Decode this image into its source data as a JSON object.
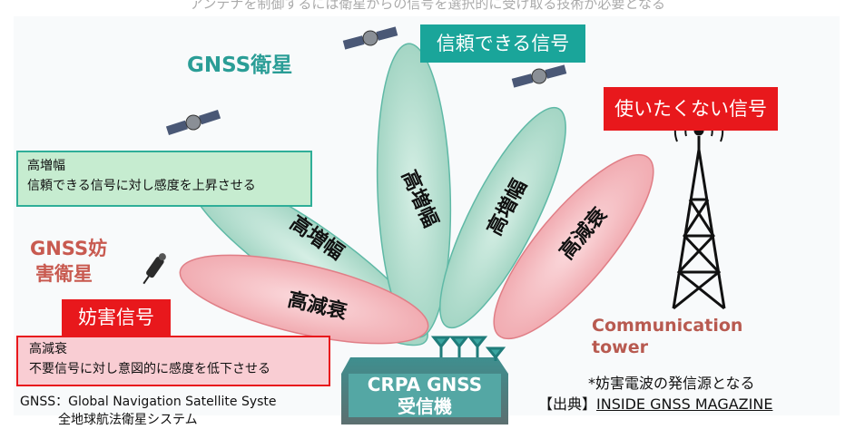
{
  "top_caption": "アンテナを制御するには衛星からの信号を選択的に受け取る技術が必要となる",
  "satellites_label": "GNSS衛星",
  "reliable_signal_tag": "信頼できる信号",
  "unwanted_signal_tag": "使いたくない信号",
  "jamming_satellite_label_line1": "GNSS妨",
  "jamming_satellite_label_line2": "害衛星",
  "jamming_signal_tag": "妨害信号",
  "high_gain_box": {
    "title": "高増幅",
    "description": "信頼できる信号に対し感度を上昇させる"
  },
  "high_attenuation_box": {
    "title": "高減衰",
    "description": "不要信号に対し意図的に感度を低下させる"
  },
  "beams": {
    "high_gain_1": "高増幅",
    "high_gain_2": "高増幅",
    "high_gain_3": "高増幅",
    "high_attenuation_left": "高減衰",
    "high_attenuation_right": "高減衰"
  },
  "receiver": {
    "line1": "CRPA GNSS",
    "line2": "受信機"
  },
  "tower": {
    "line1": "Communication",
    "line2": "tower"
  },
  "tower_note": "*妨害電波の発信源となる",
  "source": {
    "prefix": "【出典】",
    "name": "INSIDE GNSS MAGAZINE"
  },
  "footnote": {
    "line1": "GNSS：Global Navigation Satellite Syste",
    "line2": "全地球航法衛星システム"
  },
  "colors": {
    "teal": "#2a9d96",
    "green_beam": "#a9d9c8",
    "red_beam": "#f3b1b5",
    "green_box": "#c6ecd0",
    "red_box": "#f9cdd3",
    "red_tag": "#e8181c",
    "teal_tag": "#1aa59a",
    "dark_red_text": "#b85a50"
  }
}
